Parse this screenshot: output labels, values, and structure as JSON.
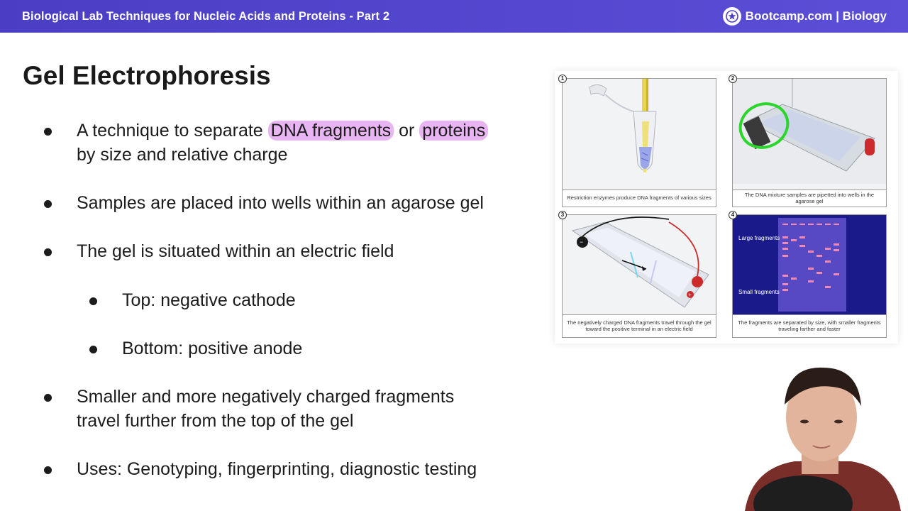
{
  "header": {
    "title": "Biological Lab Techniques for Nucleic Acids and Proteins - Part 2",
    "brand": "Bootcamp.com | Biology"
  },
  "slide": {
    "title": "Gel Electrophoresis",
    "bullets": {
      "b1_pre": "A technique to separate ",
      "b1_hl1": "DNA fragments",
      "b1_mid": " or ",
      "b1_hl2": "proteins",
      "b1_line2": "by size and relative charge",
      "b2": "Samples are placed into wells within an agarose gel",
      "b3": "The gel is situated within an electric field",
      "b3a": "Top: negative cathode",
      "b3b": "Bottom: positive anode",
      "b4_line1": "Smaller and more negatively charged fragments",
      "b4_line2": "travel further from the top of the gel",
      "b5": "Uses: Genotyping, fingerprinting, diagnostic testing"
    }
  },
  "diagram": {
    "panels": [
      {
        "num": "1",
        "caption": "Restriction enzymes produce DNA fragments of various sizes"
      },
      {
        "num": "2",
        "caption": "The DNA mixture samples are pipetted into wells in the agarose gel"
      },
      {
        "num": "3",
        "caption": "The negatively charged DNA fragments travel through the gel toward the positive terminal in an electric field"
      },
      {
        "num": "4",
        "caption": "The fragments are separated by size, with smaller fragments traveling farther and faster"
      }
    ],
    "gel_labels": {
      "large": "Large fragments",
      "small": "Small fragments"
    }
  },
  "colors": {
    "header": "#4a3fc4",
    "highlight": "#e8b4f2",
    "annotation_green": "#2bd62b",
    "gel_background": "#1a1a7a"
  }
}
